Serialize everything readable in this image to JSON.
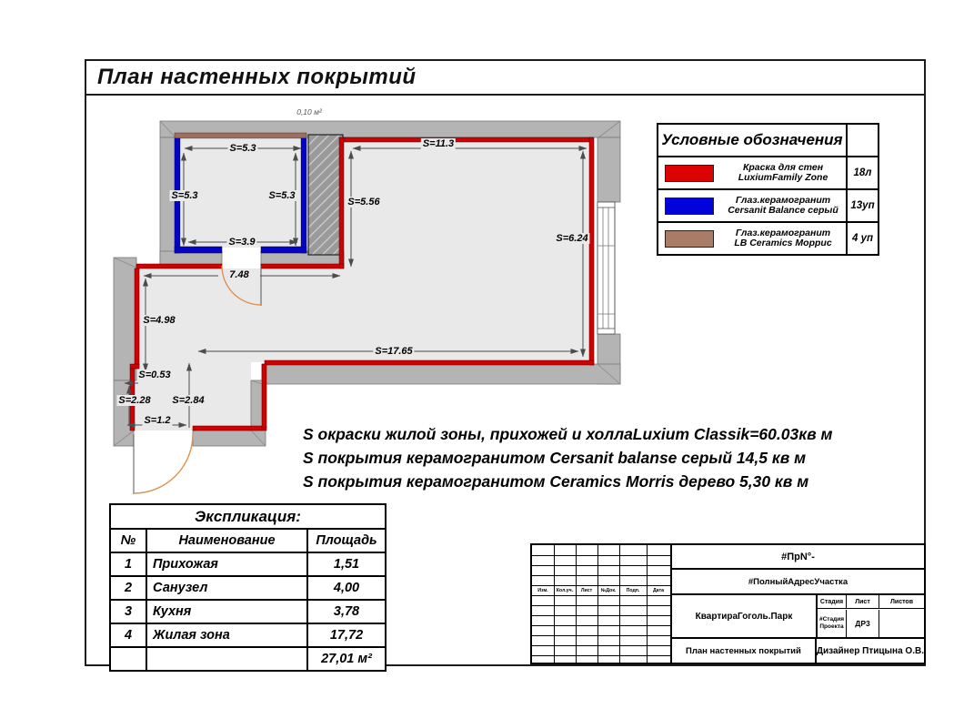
{
  "page": {
    "title": "План настенных покрытий"
  },
  "plan": {
    "area_note": "0,10 м²",
    "dims": {
      "bath_top": "S=5.3",
      "bath_left": "S=5.3",
      "bath_right": "S=5.3",
      "bath_bottom": "S=3.9",
      "main_top": "S=11.3",
      "main_left": "S=5.56",
      "main_right": "S=6.24",
      "main_bottom": "S=17.65",
      "hall_top": "7.48",
      "hall_left": "S=4.98",
      "step": "S=0.53",
      "vest_left": "S=2.28",
      "vest_right": "S=2.84",
      "vest_bottom": "S=1.2"
    },
    "colors": {
      "paint_red": "#ce0202",
      "tile_blue": "#0404c4",
      "tile_brown": "#9c6f60",
      "wall_gray": "#b4b4b4",
      "door_arc_orange": "#e1914f"
    }
  },
  "legend": {
    "title": "Условные обозначения",
    "rows": [
      {
        "swatch": "#dd0202",
        "name": "Краска для стен",
        "name2": "LuxiumFamily Zone",
        "qty": "18л"
      },
      {
        "swatch": "#0202dd",
        "name": "Глаз.керамогранит",
        "name2": "Cersanit Balance серый",
        "qty": "13уп"
      },
      {
        "swatch": "#a87c67",
        "name": "Глаз.керамогранит",
        "name2": "LB Ceramics Моррис",
        "qty": "4 уп"
      }
    ]
  },
  "notes": {
    "lines": [
      "S  окраски  жилой зоны, прихожей и холлаLuxium Classik=60.03кв м",
      "S покрытия керамогранитом Cersanit balanse серый 14,5 кв м",
      "S покрытия керамогранитом Ceramics Morris дерево 5,30 кв м"
    ]
  },
  "explication": {
    "title": "Экспликация:",
    "headers": [
      "№",
      "Наименование",
      "Площадь"
    ],
    "rows": [
      [
        "1",
        "Прихожая",
        "1,51"
      ],
      [
        "2",
        "Санузел",
        "4,00"
      ],
      [
        "3",
        "Кухня",
        "3,78"
      ],
      [
        "4",
        "Жилая зона",
        "17,72"
      ]
    ],
    "total": "27,01 м²"
  },
  "stamp": {
    "project_no": "#ПрN°-",
    "address": "#ПолныйАдресУчастка",
    "grid_headers": [
      "Изм.",
      "Кол.уч.",
      "Лист",
      "№Док.",
      "Подп.",
      "Дата"
    ],
    "object": "КвартираГоголь.Парк",
    "stage_label": "Стадия",
    "sheet_label": "Лист",
    "sheets_label": "Листов",
    "stage_value_1": "#Стадия",
    "stage_value_2": "Проекта",
    "sheet_value": "ДР3",
    "drawing_name": "План настенных покрытий",
    "designer": "Дизайнер Птицына О.В."
  }
}
